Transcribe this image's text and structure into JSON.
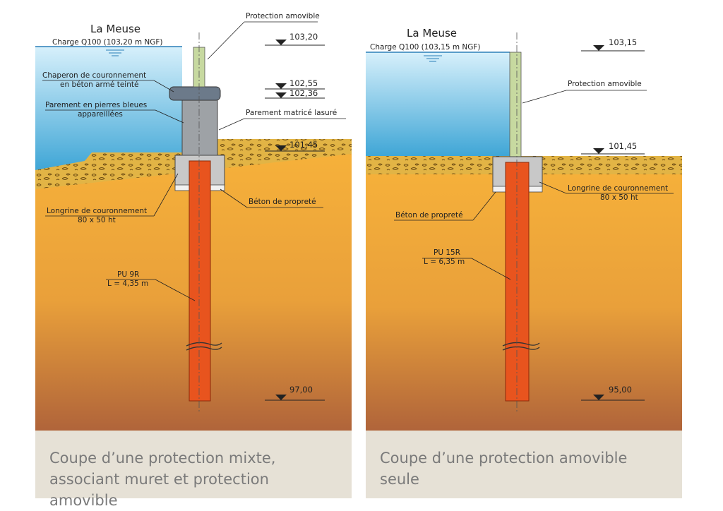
{
  "left": {
    "river": "La Meuse",
    "charge": "Charge Q100 (103,20 m NGF)",
    "levels": {
      "top": "103,20",
      "chaperon_top": "102,55",
      "chaperon_bottom": "102,36",
      "ground": "101,45",
      "pile_toe": "97,00"
    },
    "labels": {
      "protection": "Protection amovible",
      "chaperon_1": "Chaperon de couronnement",
      "chaperon_2": "en béton armé teinté",
      "parement_1": "Parement en pierres bleues",
      "parement_2": "appareillées",
      "parement_matrice": "Parement matricé lasuré",
      "beton": "Béton de propreté",
      "longrine_1": "Longrine de couronnement",
      "longrine_2": "80 x 50 ht",
      "pile_1": "PU 9R",
      "pile_2": "L = 4,35 m"
    },
    "caption": "Coupe d’une protection mixte, associant muret et protection amovible"
  },
  "right": {
    "river": "La Meuse",
    "charge": "Charge Q100 (103,15 m NGF)",
    "levels": {
      "top": "103,15",
      "ground": "101,45",
      "pile_toe": "95,00"
    },
    "labels": {
      "protection": "Protection amovible",
      "longrine_1": "Longrine de couronnement",
      "longrine_2": "80 x 50 ht",
      "beton": "Béton de propreté",
      "pile_1": "PU 15R",
      "pile_2": "L = 6,35 m"
    },
    "caption": "Coupe d’une protection amovible seule"
  },
  "colors": {
    "water_top": "#cdeaf7",
    "water_bottom": "#3fa6d6",
    "soil_top": "#f7b23a",
    "soil_bottom": "#b0643a",
    "gravel": "#d4a336",
    "pile": "#e8541e",
    "concrete": "#bdbdbd",
    "chaperon": "#6c7a8a",
    "protection": "#c7d9a0",
    "caption_bg": "#e6e1d6"
  }
}
